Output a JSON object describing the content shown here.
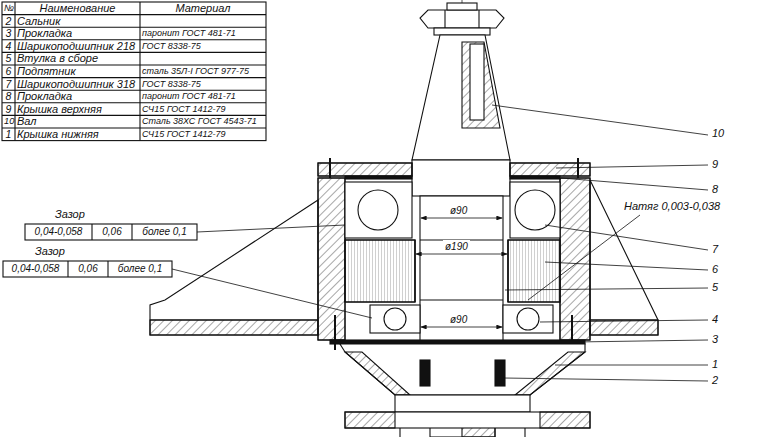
{
  "diagram": {
    "labels": [
      "№",
      "Наименование",
      "Материал",
      "2",
      "Сальник",
      "3",
      "Прокладка",
      "паронит ГОСТ 481-71",
      "4",
      "Шарикоподшипник 218",
      "ГОСТ 8338-75",
      "5",
      "Втулка в сборе",
      "6",
      "Подпятник",
      "сталь 35Л-I ГОСТ 977-75",
      "7",
      "Шарикоподшипник 318",
      "ГОСТ 8338-75",
      "8",
      "Прокладка",
      "паронит ГОСТ 481-71",
      "9",
      "Крышка верхняя",
      "СЧ15 ГОСТ 1412-79",
      "10",
      "Вал",
      "Сталь 38ХС ГОСТ 4543-71",
      "1",
      "Крышка нижняя",
      "СЧ15 ГОСТ 1412-79",
      "Зазор",
      "0,04-0,058",
      "0,06",
      "более 0,1",
      "Зазор",
      "0,04-0,058",
      "0,06",
      "более 0,1",
      "ø90",
      "ø190",
      "ø90",
      "Натяг 0,003-0,038",
      "10",
      "9",
      "8",
      "7",
      "6",
      "5",
      "4",
      "3",
      "1",
      "2"
    ]
  }
}
